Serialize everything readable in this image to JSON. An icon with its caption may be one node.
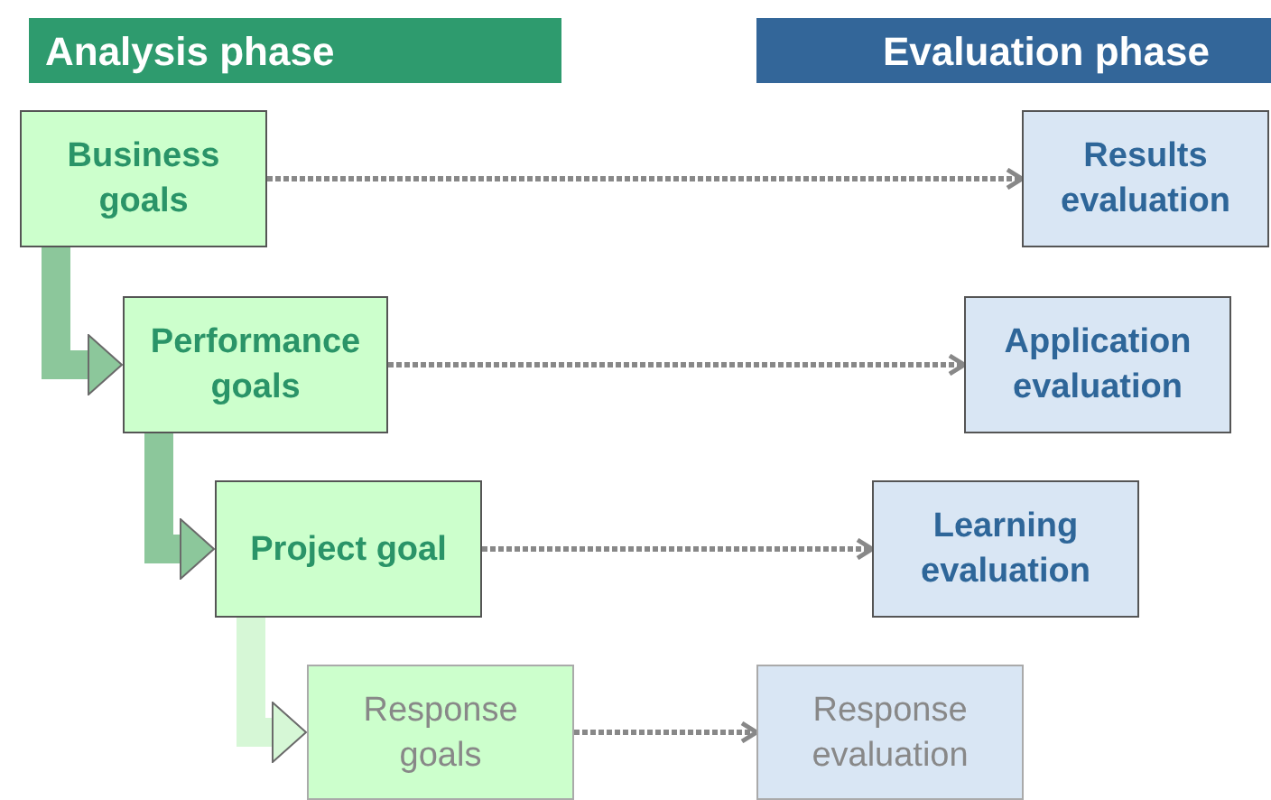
{
  "diagram": {
    "nodes": [
      {
        "text": [
          "Analysis phase"
        ]
      },
      {
        "text": [
          "Evaluation phase"
        ]
      },
      {
        "text": [
          "Business goals"
        ]
      },
      {
        "text": [
          "Performance goals"
        ]
      },
      {
        "text": [
          "Project goal"
        ]
      },
      {
        "text": [
          "Response goals"
        ]
      },
      {
        "text": [
          "Results evaluation"
        ]
      },
      {
        "text": [
          "Application evaluation"
        ]
      },
      {
        "text": [
          "Learning evaluation"
        ]
      },
      {
        "text": [
          "Response evaluation"
        ]
      }
    ],
    "edges": [
      {
        "from": 2,
        "to": 3,
        "arrow": "to",
        "style": "thick",
        "color": "#8cc79b"
      },
      {
        "from": 3,
        "to": 4,
        "arrow": "to",
        "style": "thick",
        "color": "#8cc79b"
      },
      {
        "from": 4,
        "to": 5,
        "arrow": "to",
        "style": "thick",
        "color": "#d6f7d6"
      },
      {
        "from": 2,
        "to": 6,
        "arrow": "to",
        "style": "dashed"
      },
      {
        "from": 3,
        "to": 7,
        "arrow": "to",
        "style": "dashed"
      },
      {
        "from": 4,
        "to": 8,
        "arrow": "to",
        "style": "dashed"
      },
      {
        "from": 5,
        "to": 9,
        "arrow": "to",
        "style": "dashed"
      }
    ]
  }
}
